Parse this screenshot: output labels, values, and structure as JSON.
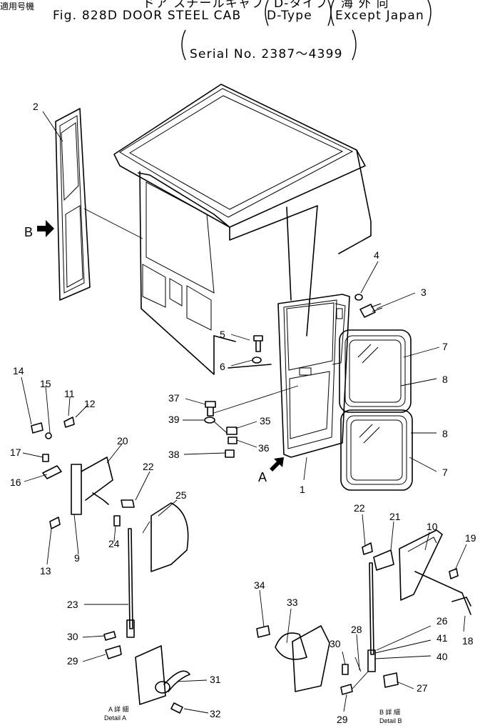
{
  "header": {
    "jp_title_fragment": "ドア スチールキャブ",
    "jp_type_fragment": "D-タイプ",
    "jp_except_fragment": "海 外 向",
    "fig_title": "Fig. 828D  DOOR  STEEL CAB",
    "type_label": "D-Type",
    "except_label": "Except  Japan",
    "applicable_jp": "適用号機",
    "serial_label": "Serial No. 2387～4399"
  },
  "view_labels": {
    "view_a": "A",
    "view_b": "B"
  },
  "details": {
    "detail_a_jp": "A 詳 細",
    "detail_a": "Detail  A",
    "detail_b_jp": "B 詳 細",
    "detail_b": "Detail  B"
  },
  "callouts": [
    "1",
    "2",
    "3",
    "4",
    "5",
    "6",
    "7",
    "7",
    "8",
    "8",
    "9",
    "10",
    "11",
    "12",
    "13",
    "14",
    "15",
    "16",
    "17",
    "18",
    "19",
    "20",
    "21",
    "22",
    "22",
    "23",
    "24",
    "25",
    "26",
    "27",
    "28",
    "29",
    "29",
    "30",
    "30",
    "31",
    "32",
    "33",
    "34",
    "35",
    "36",
    "37",
    "38",
    "39",
    "40",
    "41"
  ]
}
